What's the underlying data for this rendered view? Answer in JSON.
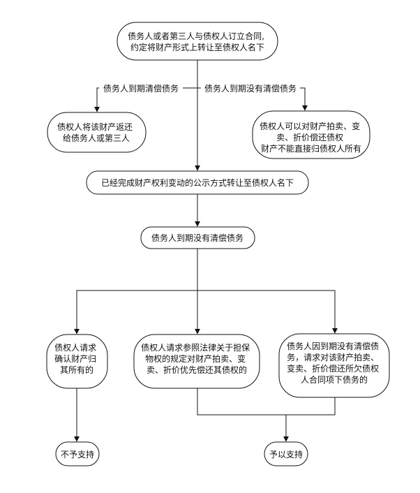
{
  "nodes": {
    "root": [
      "债务人或者第三人与债权人订立合同,",
      "约定将财产形式上转让至债权人名下"
    ],
    "return": [
      "债权人将该财产返还",
      "给债务人或第三人"
    ],
    "auction": [
      "债权人可以对财产拍卖、变",
      "卖、折价偿还债权",
      "财产不能直接归债权人所有"
    ],
    "publicity": [
      "已经完成财产权利变动的公示方式转让至债权人名下"
    ],
    "unpaid": [
      "债务人到期没有清偿债务"
    ],
    "confirm": [
      "债权人请求",
      "确认财产归",
      "其所有的"
    ],
    "refer": [
      "债权人请求参照法律关于担保",
      "物权的规定对财产拍卖、变",
      "卖、折价优先偿还其债权的"
    ],
    "debtor_request": [
      "债务人因到期没有清偿债",
      "务，请求对该财产拍卖、",
      "变卖、折价偿还所欠债权",
      "人合同项下债务的"
    ],
    "not_support": [
      "不予支持"
    ],
    "support": [
      "予以支持"
    ]
  },
  "edge_labels": {
    "paid": "债务人到期清偿债务",
    "not_paid": "债务人到期没有清偿债务"
  }
}
